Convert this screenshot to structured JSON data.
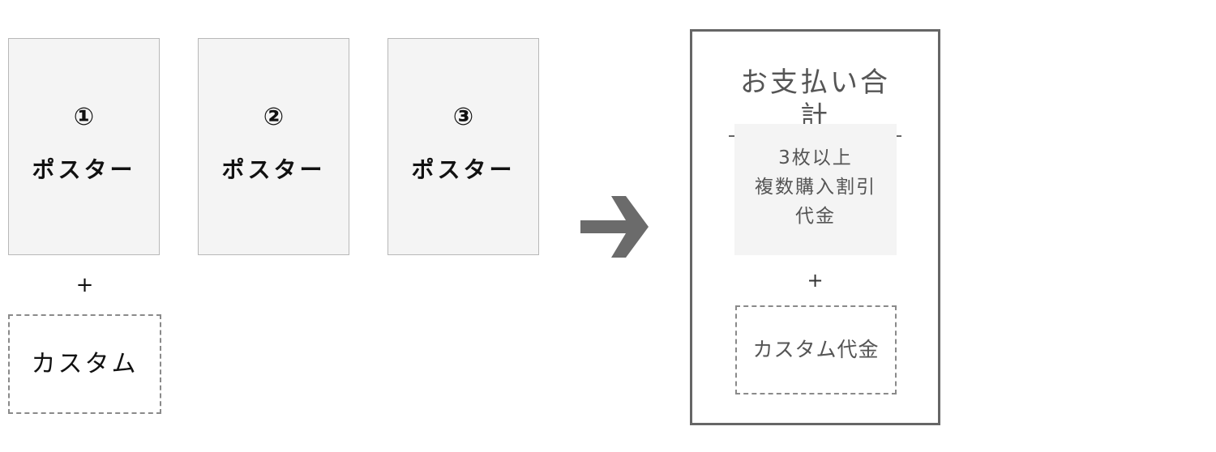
{
  "posters": [
    {
      "number": "①",
      "label": "ポスター"
    },
    {
      "number": "②",
      "label": "ポスター"
    },
    {
      "number": "③",
      "label": "ポスター"
    }
  ],
  "plus_sign": "+",
  "custom": {
    "label": "カスタム"
  },
  "arrow": {
    "icon": "arrow-right-icon",
    "color": "#6b6b6b"
  },
  "total": {
    "title": "お支払い合計",
    "discount_lines": [
      "3枚以上",
      "複数購入割引",
      "代金"
    ],
    "plus_sign": "+",
    "custom_fee_label": "カスタム代金"
  }
}
